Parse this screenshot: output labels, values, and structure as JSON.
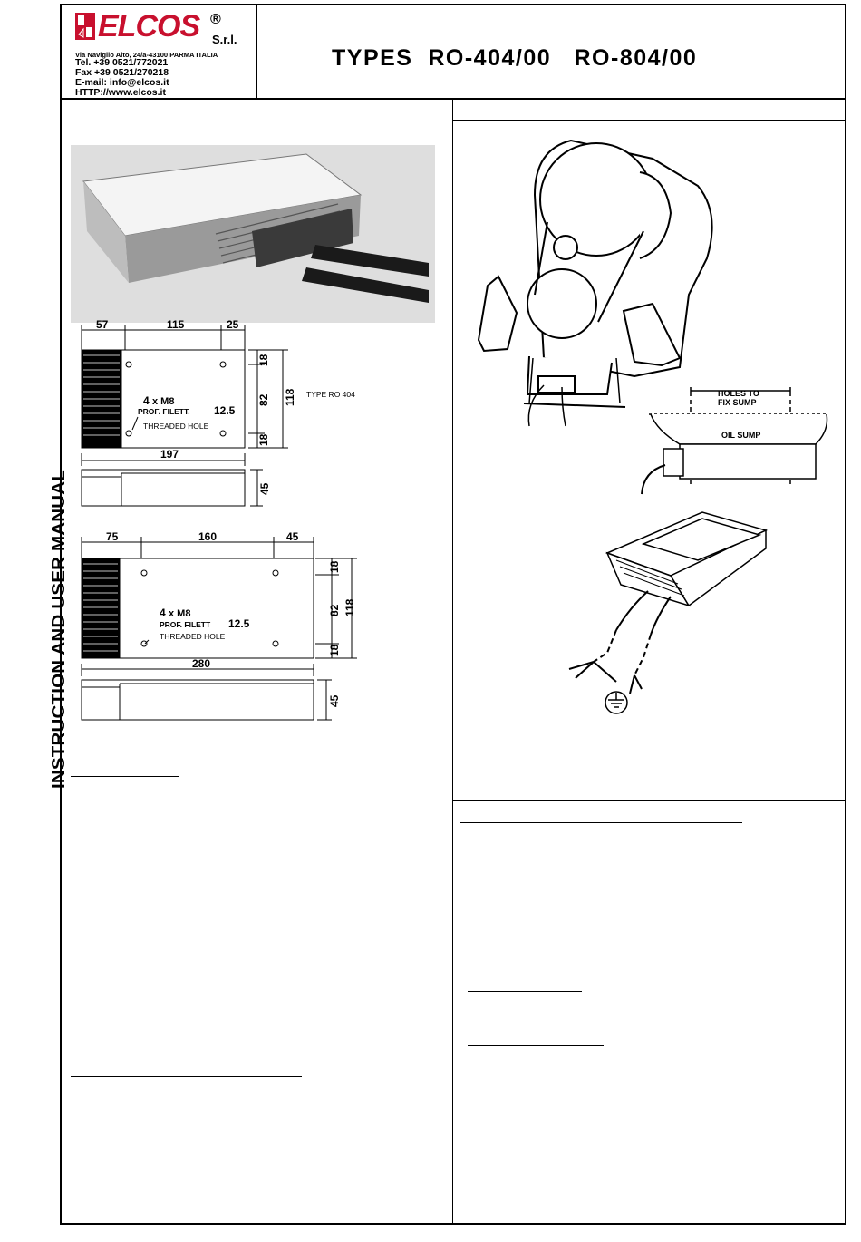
{
  "sidebar": {
    "label": "INSTRUCTION AND USER MANUAL"
  },
  "header": {
    "brand": "ELCOS",
    "brand_suffix": "S.r.l.",
    "registered": "®",
    "address": "Via Naviglio Alto, 24/a-43100 PARMA ITALIA",
    "tel": "Tel. +39 0521/772021",
    "fax": "Fax +39 0521/270218",
    "email": "E-mail: info@elcos.it",
    "web": "HTTP://www.elcos.it",
    "title": "TYPES  RO-404/00   RO-804/00",
    "brand_color": "#c8102e"
  },
  "drawing_ro404": {
    "top_dims": [
      "57",
      "115",
      "25"
    ],
    "right_dims": [
      "18",
      "82",
      "18"
    ],
    "height_dim": "118",
    "width_dim": "197",
    "depth_dim": "45",
    "hole_count": "4",
    "hole_size": "x M8",
    "hole_depth_label": "PROF. FILETT.",
    "hole_depth": "12.5",
    "hole_label": "THREADED HOLE",
    "type_label": "TYPE RO 404"
  },
  "drawing_ro804": {
    "top_dims": [
      "75",
      "160",
      "45"
    ],
    "right_dims": [
      "18",
      "82",
      "18"
    ],
    "height_dim": "118",
    "width_dim": "280",
    "depth_dim": "45",
    "hole_count": "4",
    "hole_size": "x M8",
    "hole_depth_label": "PROF. FILETT",
    "hole_depth": "12.5",
    "hole_label": "THREADED  HOLE"
  },
  "installation": {
    "holes_label_1": "HOLES TO",
    "holes_label_2": "FIX SUMP",
    "sump_label": "OIL SUMP"
  }
}
